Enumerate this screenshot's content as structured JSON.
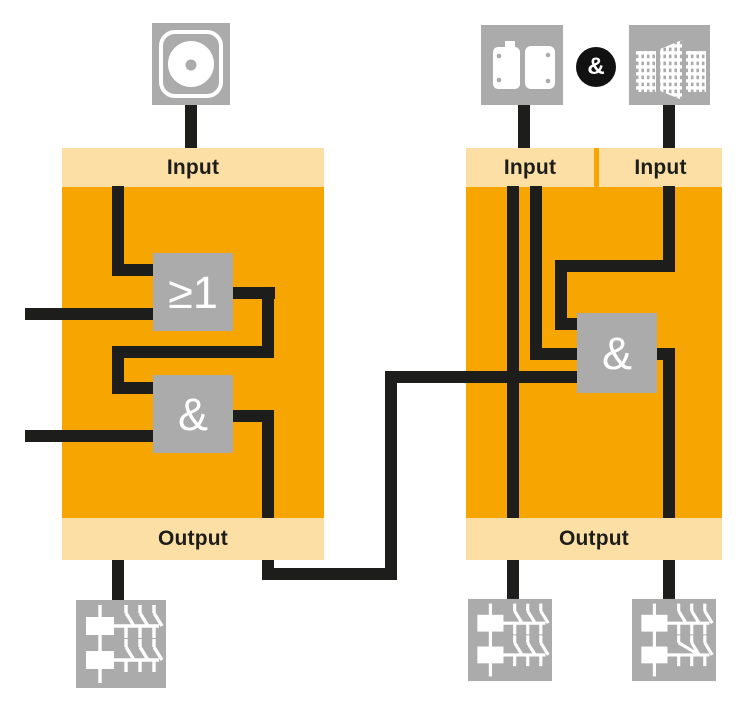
{
  "diagram": {
    "left_block": {
      "input_label": "Input",
      "output_label": "Output",
      "or_gate_label": "≥1",
      "and_gate_label": "&"
    },
    "right_block": {
      "input_label_left": "Input",
      "input_label_right": "Input",
      "output_label": "Output",
      "and_gate_label": "&"
    },
    "and_badge_label": "&"
  },
  "icons": {
    "top_left": "emergency-stop-icon",
    "top_right_first": "safety-gate-switch-icon",
    "top_right_operator": "and-operator-badge",
    "top_right_second": "guard-fence-icon",
    "bottom_actuators": "contactor-relay-icon"
  },
  "colors": {
    "block_orange": "#F7A500",
    "terminal_cream": "#FBDFA5",
    "icon_gray": "#ABABAB",
    "wire_black": "#1D1D1B"
  }
}
